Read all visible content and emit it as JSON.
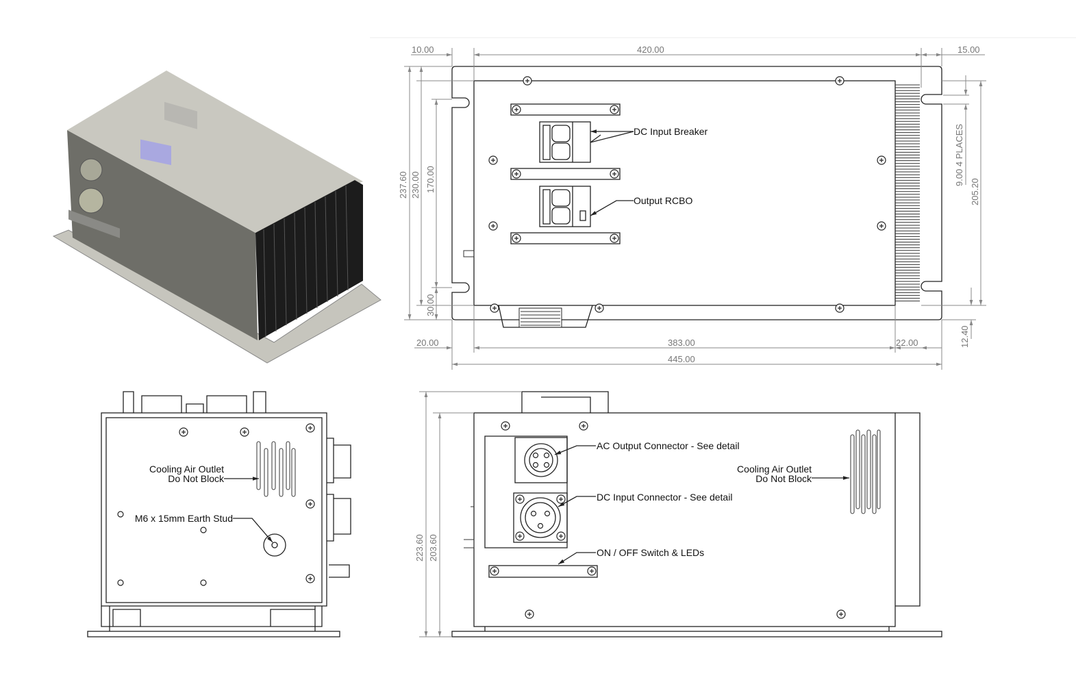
{
  "top_view": {
    "dims": {
      "left_margin": "10.00",
      "overall_top": "420.00",
      "right_margin": "15.00",
      "height_overall": "237.60",
      "height_plate": "230.00",
      "slot_pitch": "170.00",
      "slot_offset": "30.00",
      "bottom_left": "20.00",
      "body_length": "383.00",
      "bottom_right": "22.00",
      "overall_length": "445.00",
      "slot_width": "9.00 4 PLACES",
      "body_depth": "205.20",
      "bottom_offset": "12.40"
    },
    "labels": {
      "dc_breaker": "DC Input Breaker",
      "output_rcbo": "Output RCBO"
    }
  },
  "side_view": {
    "labels": {
      "cooling_line1": "Cooling Air Outlet",
      "cooling_line2": "Do Not Block",
      "earth_stud": "M6 x 15mm Earth Stud"
    }
  },
  "front_view": {
    "dims": {
      "height_overall": "223.60",
      "height_body": "203.60"
    },
    "labels": {
      "ac_output": "AC Output Connector - See detail",
      "dc_input": "DC Input Connector - See detail",
      "switch": "ON / OFF Switch & LEDs",
      "cooling_line1": "Cooling Air Outlet",
      "cooling_line2": "Do Not Block"
    }
  },
  "colors": {
    "top_face": "#c9c8c0",
    "side_face": "#6e6e68",
    "heatsink": "#1c1c1c",
    "breaker_blue": "#a9a8e0"
  }
}
